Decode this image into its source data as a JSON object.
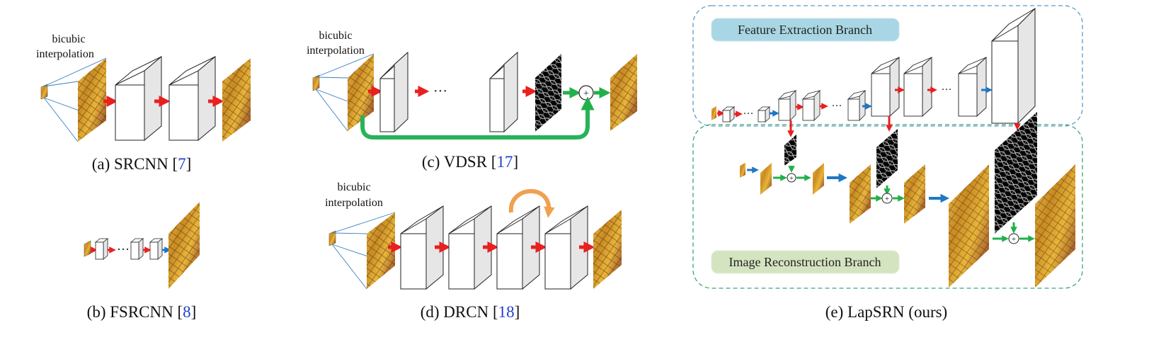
{
  "figure": {
    "interp_line1": "bicubic",
    "interp_line2": "interpolation",
    "ellipsis": "···",
    "panels": {
      "a": {
        "caption": "(a) SRCNN [",
        "ref": "7",
        "close": "]"
      },
      "b": {
        "caption": "(b) FSRCNN [",
        "ref": "8",
        "close": "]"
      },
      "c": {
        "caption": "(c) VDSR [",
        "ref": "17",
        "close": "]"
      },
      "d": {
        "caption": "(d) DRCN [",
        "ref": "18",
        "close": "]"
      },
      "e": {
        "caption": "(e) LapSRN (ours)",
        "ref": "",
        "close": ""
      }
    },
    "branches": {
      "feature": "Feature Extraction Branch",
      "recon": "Image Reconstruction Branch"
    },
    "add_symbol": "+"
  },
  "colors": {
    "red_arrow": "#e8201f",
    "blue_arrow": "#1f77c4",
    "green_arrow": "#22b04b",
    "skip": "#27b35a",
    "recurrence": "#f0a050",
    "layer_front": "#e6e6e6",
    "layer_side": "#ffffff",
    "feature_box": "#a9d6e4",
    "recon_box": "#d5e4c0",
    "frame_blue": "#5c9bc4",
    "frame_green": "#3aa870",
    "cite": "#1f3fd0"
  }
}
